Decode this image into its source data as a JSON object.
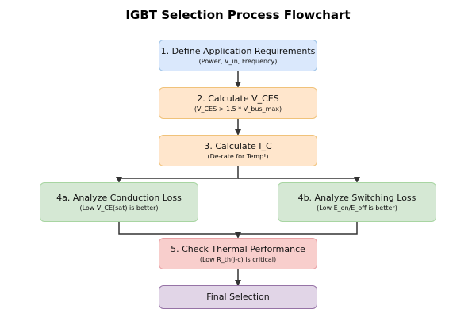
{
  "diagram": {
    "title": "IGBT Selection Process Flowchart",
    "nodes": {
      "define": {
        "label": "1. Define Application Requirements",
        "sub": "(Power, V_in, Frequency)",
        "fill": "#dae8fc",
        "stroke": "#9ec3e6"
      },
      "vces": {
        "label": "2. Calculate V_CES",
        "sub": "(V_CES > 1.5 * V_bus_max)",
        "fill": "#ffe6cc",
        "stroke": "#f0c27a"
      },
      "ic": {
        "label": "3. Calculate I_C",
        "sub": "(De-rate for Temp!)",
        "fill": "#ffe6cc",
        "stroke": "#f0c27a"
      },
      "conduction": {
        "label": "4a. Analyze Conduction Loss",
        "sub": "(Low V_CE(sat) is better)",
        "fill": "#d5e8d4",
        "stroke": "#a8d5a2"
      },
      "switching": {
        "label": "4b. Analyze Switching Loss",
        "sub": "(Low E_on/E_off is better)",
        "fill": "#d5e8d4",
        "stroke": "#a8d5a2"
      },
      "thermal": {
        "label": "5. Check Thermal Performance",
        "sub": "(Low R_th(j-c) is critical)",
        "fill": "#f8cecc",
        "stroke": "#e8a0a4"
      },
      "final": {
        "label": "Final Selection",
        "fill": "#e1d5e7",
        "stroke": "#9673a6"
      }
    },
    "connector_color": "#333333"
  }
}
